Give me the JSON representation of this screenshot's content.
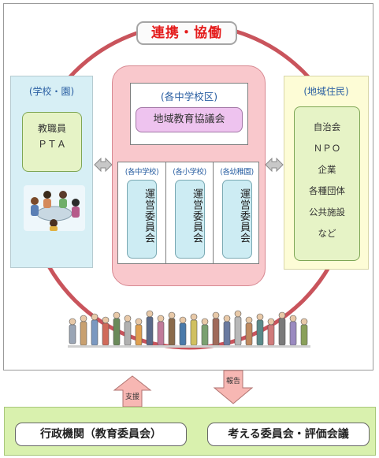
{
  "title": "連携・協働",
  "left_panel": {
    "title": "(学校・園)",
    "items": [
      "教職員",
      "ＰＴＡ"
    ]
  },
  "right_panel": {
    "title": "(地域住民)",
    "items": [
      "自治会",
      "ＮＰＯ",
      "企業",
      "各種団体",
      "公共施設",
      "など"
    ]
  },
  "center_panel": {
    "district_title": "(各中学校区)",
    "council_label": "地域教育協議会",
    "schools": [
      {
        "title": "(各中学校)",
        "committee": "運営委員会"
      },
      {
        "title": "(各小学校)",
        "committee": "運営委員会"
      },
      {
        "title": "(各幼稚園)",
        "committee": "運営委員会"
      }
    ]
  },
  "arrows": {
    "support_label": "支援",
    "report_label": "報告"
  },
  "bottom_panel": {
    "admin_label": "行政機関（教育委員会）",
    "committee_label": "考える委員会・評価会議"
  },
  "colors": {
    "title_red": "#e41b1b",
    "ring_red": "#c9545c",
    "center_pink": "#f9c8cc",
    "left_blue": "#d7eff5",
    "right_yellow": "#fdfcd6",
    "green": "#e6f3c6",
    "council_purple": "#eec3ef",
    "committee_blue": "#cdecf3",
    "bottom_green": "#d9f1ae",
    "arrow_pink": "#f7b7b3"
  }
}
